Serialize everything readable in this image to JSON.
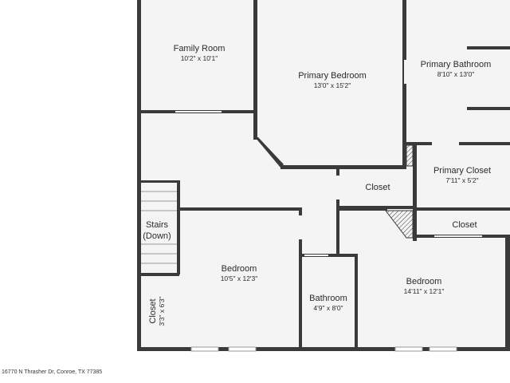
{
  "rooms": {
    "family_room": {
      "name": "Family Room",
      "dims": "10'2\" x 10'1\""
    },
    "primary_bedroom": {
      "name": "Primary Bedroom",
      "dims": "13'0\" x 15'2\""
    },
    "primary_bathroom": {
      "name": "Primary Bathroom",
      "dims": "8'10\" x 13'0\""
    },
    "primary_closet": {
      "name": "Primary Closet",
      "dims": "7'11\" x 5'2\""
    },
    "closet_center": {
      "name": "Closet"
    },
    "closet_right": {
      "name": "Closet"
    },
    "stairs": {
      "name_line1": "Stairs",
      "name_line2": "(Down)"
    },
    "bedroom_left": {
      "name": "Bedroom",
      "dims": "10'5\" x 12'3\""
    },
    "bathroom": {
      "name": "Bathroom",
      "dims": "4'9\" x 8'0\""
    },
    "bedroom_right": {
      "name": "Bedroom",
      "dims": "14'11\" x 12'1\""
    },
    "closet_left": {
      "name": "Closet",
      "dims": "3'3\" x 6'3\""
    }
  },
  "address": "16770 N Thrasher Dr, Conroe, TX 77385"
}
